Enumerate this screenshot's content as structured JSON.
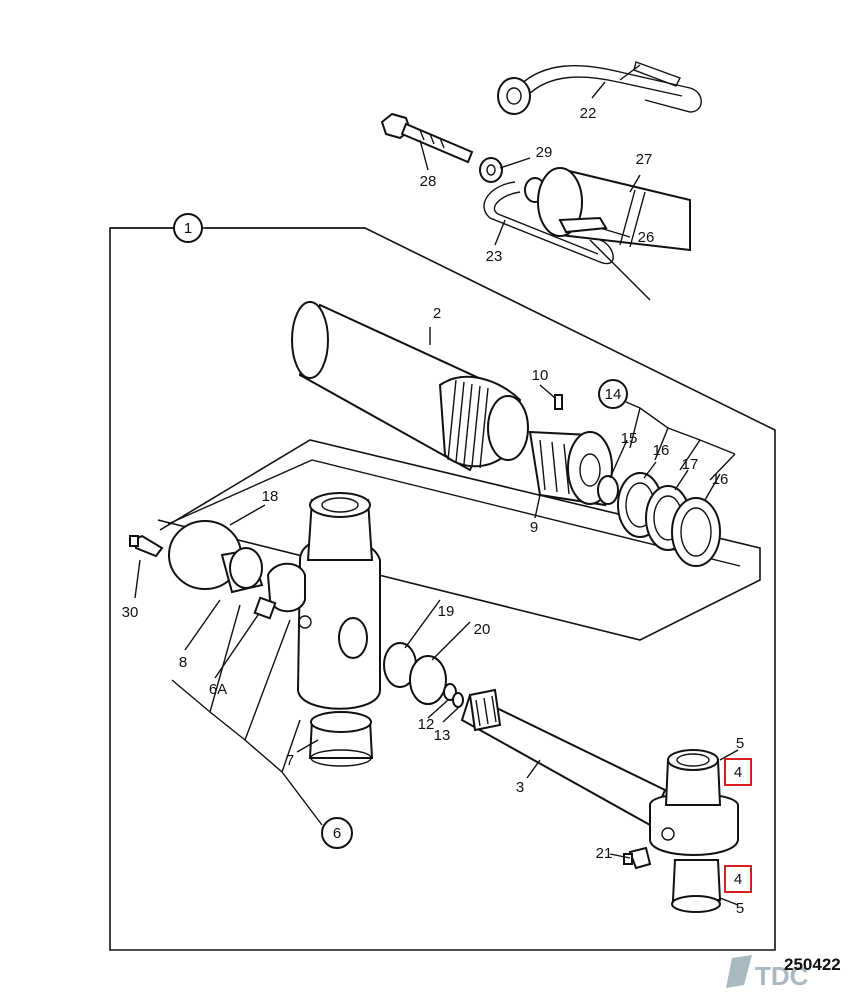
{
  "diagram": {
    "labels": {
      "l1": "1",
      "l2": "2",
      "l3": "3",
      "l4a": "4",
      "l4b": "4",
      "l5a": "5",
      "l5b": "5",
      "l6": "6",
      "l6A": "6A",
      "l7": "7",
      "l8": "8",
      "l9": "9",
      "l10": "10",
      "l12": "12",
      "l13": "13",
      "l14": "14",
      "l15": "15",
      "l16a": "16",
      "l16b": "16",
      "l17": "17",
      "l18": "18",
      "l19": "19",
      "l20": "20",
      "l21": "21",
      "l22": "22",
      "l23": "23",
      "l26": "26",
      "l27": "27",
      "l28": "28",
      "l29": "29",
      "l30": "30"
    },
    "footer": {
      "logo_text": "TDC",
      "code": "250422"
    },
    "colors": {
      "highlight": "#d81e1e",
      "ink": "#111111",
      "logo": "#a9b9c2"
    }
  }
}
